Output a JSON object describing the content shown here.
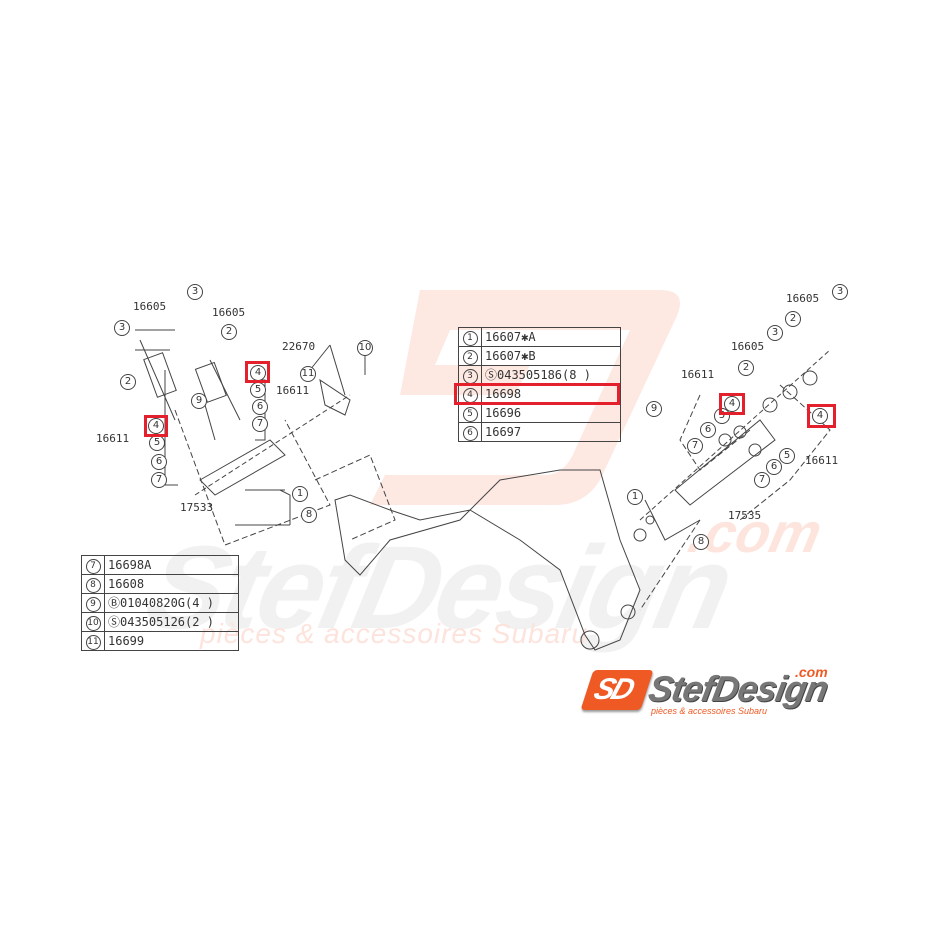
{
  "watermark": {
    "brand": "StefDesign",
    "tagline": "pièces & accessoires Subaru",
    "domain_suffix": ".com"
  },
  "legend_top": {
    "rows": [
      {
        "ref": "1",
        "part": "16607✱A"
      },
      {
        "ref": "2",
        "part": "16607✱B"
      },
      {
        "ref": "3",
        "part": "Ⓢ043505186(8 )"
      },
      {
        "ref": "4",
        "part": "16698",
        "highlighted": true
      },
      {
        "ref": "5",
        "part": "16696"
      },
      {
        "ref": "6",
        "part": "16697"
      }
    ]
  },
  "legend_bottom": {
    "rows": [
      {
        "ref": "7",
        "part": "16698A"
      },
      {
        "ref": "8",
        "part": "16608"
      },
      {
        "ref": "9",
        "part": "Ⓑ01040820G(4 )"
      },
      {
        "ref": "10",
        "part": "Ⓢ043505126(2 )"
      },
      {
        "ref": "11",
        "part": "16699"
      }
    ]
  },
  "diagram_labels": {
    "left_16605_a": "16605",
    "left_16605_b": "16605",
    "left_16611_a": "16611",
    "left_16611_b": "16611",
    "left_22670": "22670",
    "left_17533": "17533",
    "right_16605_a": "16605",
    "right_16605_b": "16605",
    "right_16611_a": "16611",
    "right_16611_b": "16611",
    "right_17535": "17535"
  },
  "callouts": {
    "c1": "1",
    "c2": "2",
    "c3": "3",
    "c4": "4",
    "c5": "5",
    "c6": "6",
    "c7": "7",
    "c8": "8",
    "c9": "9",
    "c10": "10",
    "c11": "11"
  },
  "logo": {
    "badge": "SD",
    "name": "StefDesign",
    "com": ".com",
    "tagline": "pièces & accessoires Subaru"
  },
  "colors": {
    "highlight": "#e3202b",
    "brand_orange": "#ef5a24",
    "line": "#444444"
  }
}
